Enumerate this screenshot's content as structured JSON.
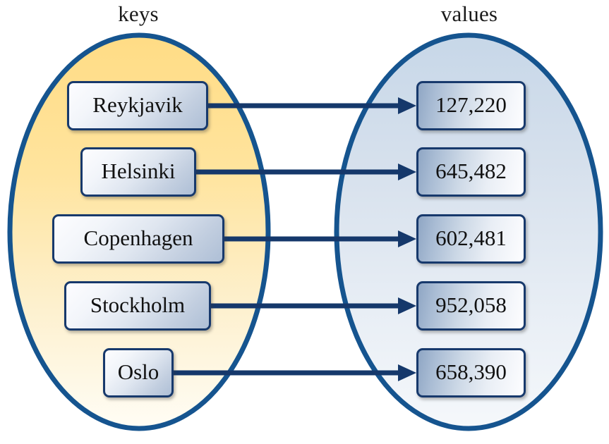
{
  "diagram": {
    "type": "key-value-mapping",
    "captions": {
      "left": "keys",
      "right": "values"
    },
    "colors": {
      "outline": "#15548f",
      "node_border": "#17396c",
      "arrow": "#15386b",
      "left_set_fill_top": "#ffdd88",
      "left_set_fill_bottom": "#fffdf4",
      "right_set_fill_top": "#c9d8e8",
      "right_set_fill_bottom": "#f4f7fb",
      "text": "#111111"
    },
    "pairs": [
      {
        "key": "Reykjavik",
        "value": "127,220"
      },
      {
        "key": "Helsinki",
        "value": "645,482"
      },
      {
        "key": "Copenhagen",
        "value": "602,481"
      },
      {
        "key": "Stockholm",
        "value": "952,058"
      },
      {
        "key": "Oslo",
        "value": "658,390"
      }
    ],
    "arrows": {
      "count": 5,
      "direction": "left-to-right",
      "head": "filled-triangle"
    }
  }
}
